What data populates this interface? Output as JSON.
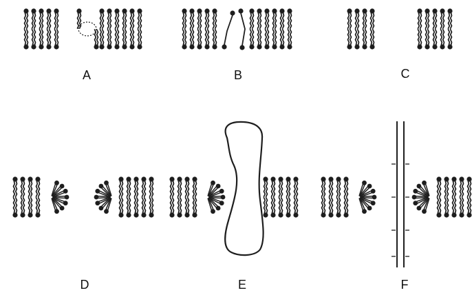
{
  "colors": {
    "ink": "#1e1e1e",
    "background": "#ffffff"
  },
  "panels": [
    {
      "id": "A",
      "label": "A"
    },
    {
      "id": "B",
      "label": "B"
    },
    {
      "id": "C",
      "label": "C"
    },
    {
      "id": "D",
      "label": "D"
    },
    {
      "id": "E",
      "label": "E"
    },
    {
      "id": "F",
      "label": "F"
    }
  ]
}
